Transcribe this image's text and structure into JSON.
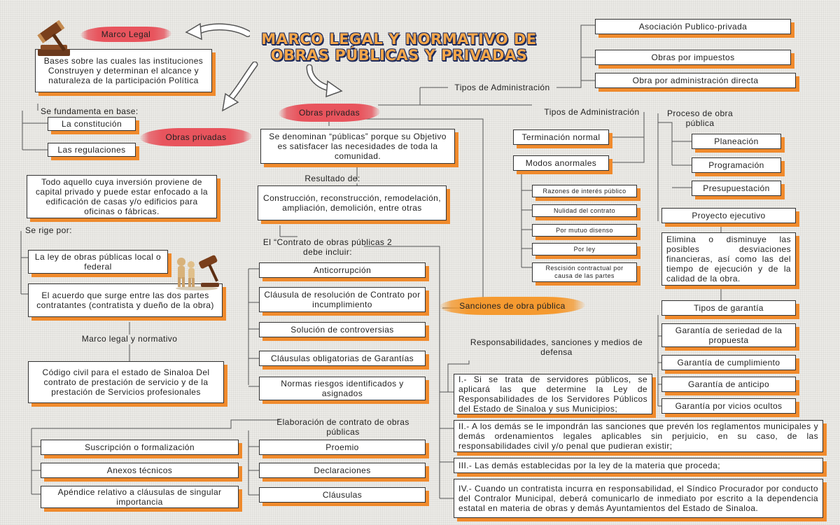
{
  "title": {
    "line1": "MARCO LEGAL Y NORMATIVO DE",
    "line2": "OBRAS PÚBLICAS Y PRIVADAS"
  },
  "left": {
    "marco_legal": "Marco Legal",
    "bases": "Bases sobre las cuales las instituciones Construyen y determinan el alcance y naturaleza de la participación Política",
    "se_fundamenta": "Se fundamenta en base:",
    "constitucion": "La constitución",
    "regulaciones": "Las regulaciones",
    "obras_privadas": "Obras privadas",
    "todo_aquello": "Todo aquello cuya inversión proviene de capital privado y puede estar enfocado a la edificación de casas y/o edificios para oficinas o fábricas.",
    "se_rige": "Se rige por:",
    "ley_obras": "La ley de obras públicas local o federal",
    "acuerdo": "El acuerdo que surge entre las dos partes contratantes (contratista y dueño de la obra)",
    "marco_normativo": "Marco legal y normativo",
    "codigo": "Código civil para el estado de Sinaloa Del contrato de prestación de servicio y de la prestación de Servicios profesionales",
    "suscripcion": "Suscripción o formalización",
    "anexos": "Anexos técnicos",
    "apendice": "Apéndice relativo a cláusulas de singular importancia"
  },
  "center": {
    "obras_privadas": "Obras privadas",
    "denominan": "Se denominan “públicas” porque su Objetivo es satisfacer las necesidades de toda la comunidad.",
    "resultado": "Resultado de:",
    "construccion": "Construcción, reconstrucción, remodelación, ampliación, demolición, entre otras",
    "contrato_label": "El “Contrato de obras públicas 2 debe incluir:",
    "anticorrupcion": "Anticorrupción",
    "clausula_resolucion": "Cláusula de resolución de Contrato por incumplimiento",
    "solucion": "Solución de controversias",
    "clausulas_garantias": "Cláusulas obligatorias de Garantías",
    "normas": "Normas riesgos identificados y asignados",
    "elaboracion": "Elaboración de contrato de obras públicas",
    "proemio": "Proemio",
    "declaraciones": "Declaraciones",
    "clausulas": "Cláusulas",
    "sanciones": "Sanciones de obra pública",
    "responsabilidades": "Responsabilidades, sanciones y medios de defensa",
    "s1": "I.- Si se trata de servidores públicos, se aplicará las que determine la Ley de Responsabilidades de los Servidores Públicos del Estado de Sinaloa y sus Municipios;",
    "s2": "II.- A los demás se le impondrán las sanciones que prevén los reglamentos municipales y demás ordenamientos legales aplicables sin perjuicio, en su caso, de las responsabilidades civil y/o penal que pudieran existir;",
    "s3": "III.- Las demás establecidas por la ley de la materia que proceda;",
    "s4": "IV.- Cuando un contratista incurra en responsabilidad, el Síndico Procurador por conducto del Contralor Municipal, deberá comunicarlo de inmediato por escrito a la dependencia estatal en materia de obras y demás Ayuntamientos del Estado de Sinaloa."
  },
  "right": {
    "tipos_admin_1": "Tipos de Administración",
    "asociacion": "Asociación Publico-privada",
    "impuestos": "Obras por impuestos",
    "administracion_directa": "Obra por administración directa",
    "tipos_admin_2": "Tipos de Administración",
    "terminacion": "Terminación normal",
    "modos": "Modos anormales",
    "razones": "Razones de interés público",
    "nulidad": "Nulidad del contrato",
    "mutuo": "Por mutuo disenso",
    "por_ley": "Por ley",
    "rescision": "Rescisión contractual por causa de las partes",
    "proceso": "Proceso de obra pública",
    "planeacion": "Planeación",
    "programacion": "Programación",
    "presupuestacion": "Presupuestación",
    "proyecto": "Proyecto ejecutivo",
    "elimina": "Elimina o disminuye las posibles desviaciones financieras, así como las del tiempo de ejecución y de la calidad de la obra.",
    "tipos_garantia": "Tipos de garantía",
    "seriedad": "Garantía de seriedad de la propuesta",
    "cumplimiento": "Garantía de cumplimiento",
    "anticipo": "Garantía de anticipo",
    "vicios": "Garantía por vicios ocultos"
  },
  "icons": [
    "gavel-icon",
    "figures-gavel-icon",
    "curved-arrow-icon"
  ],
  "colors": {
    "shadow": "#f08a2c",
    "brush_red": "#e8545d",
    "brush_orange": "#f59a30",
    "title_fill": "#f4a64a",
    "title_outline": "#1d2a5c"
  }
}
